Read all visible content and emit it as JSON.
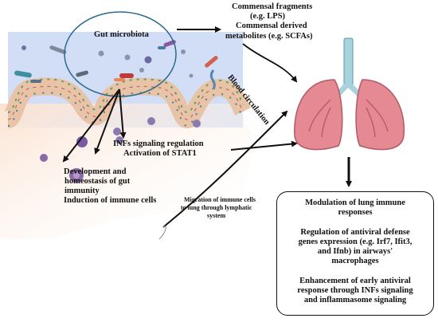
{
  "gut_microbiota": "Gut microbiota",
  "commensal_products": [
    "Commensal fragments",
    "(e.g. LPS)",
    "Commensal derived",
    "metabolites (e.g. SCFAs)"
  ],
  "blood_circulation": "Blood circulation",
  "infs_effects": [
    "INFs signaling regulation",
    "Activation of STAT1"
  ],
  "immune_effects": [
    "Development and",
    "homeostasis of gut",
    "immunity",
    "Induction of immune cells"
  ],
  "migration": [
    "Migration of immune cells",
    "to lung through lymphatic",
    "system"
  ],
  "lung_responses": {
    "title": [
      "Modulation of lung immune",
      "responses"
    ],
    "antiviral_genes": [
      "Regulation of antiviral defense",
      "genes expression (e.g. Irf7, Ifit3,",
      "and Ifnb) in airways'",
      "macrophages"
    ],
    "early_response": [
      "Enhancement of early antiviral",
      "response through INFs signaling",
      "and inflammasome signaling"
    ]
  },
  "colors": {
    "lumen": "#d2def6",
    "tissue": "#fbe3d2",
    "villus_cell": "#e9c3a6",
    "lung": "#e58a93",
    "trachea": "#a8d2dc",
    "oval_stroke": "#2c6a8e"
  }
}
